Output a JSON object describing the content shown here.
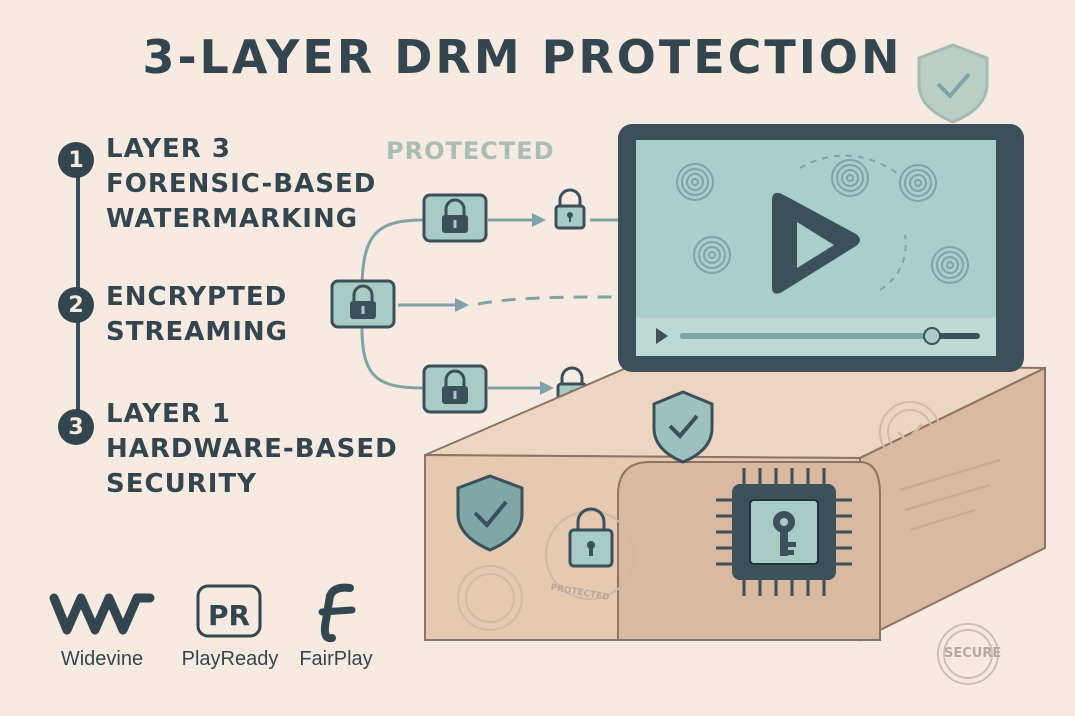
{
  "title": "3-LAYER DRM PROTECTION",
  "protected_label": "PROTECTED",
  "layers": [
    {
      "number": "1",
      "lines": [
        "LAYER 3",
        "FORENSIC-BASED",
        "WATERMARKING"
      ]
    },
    {
      "number": "2",
      "lines": [
        "ENCRYPTED",
        "STREAMING"
      ]
    },
    {
      "number": "3",
      "lines": [
        "LAYER 1",
        "HARDWARE-BASED",
        "SECURITY"
      ]
    }
  ],
  "logos": [
    {
      "mark": "W",
      "label": "Widevine"
    },
    {
      "mark": "PR",
      "label": "PlayReady"
    },
    {
      "mark": "F",
      "label": "FairPlay"
    }
  ],
  "stamps": {
    "secure": "SECURE",
    "protected": "PROTECTED"
  },
  "colors": {
    "background": "#f7ebe1",
    "dark": "#33464f",
    "teal": "#7fa3a6",
    "screen": "#a9cfcb",
    "box": "#e9d2bd",
    "box_side": "#d8bba3"
  },
  "icons": [
    "lock-icon",
    "shield-check-icon",
    "play-icon",
    "fingerprint-icon",
    "chip-key-icon"
  ]
}
